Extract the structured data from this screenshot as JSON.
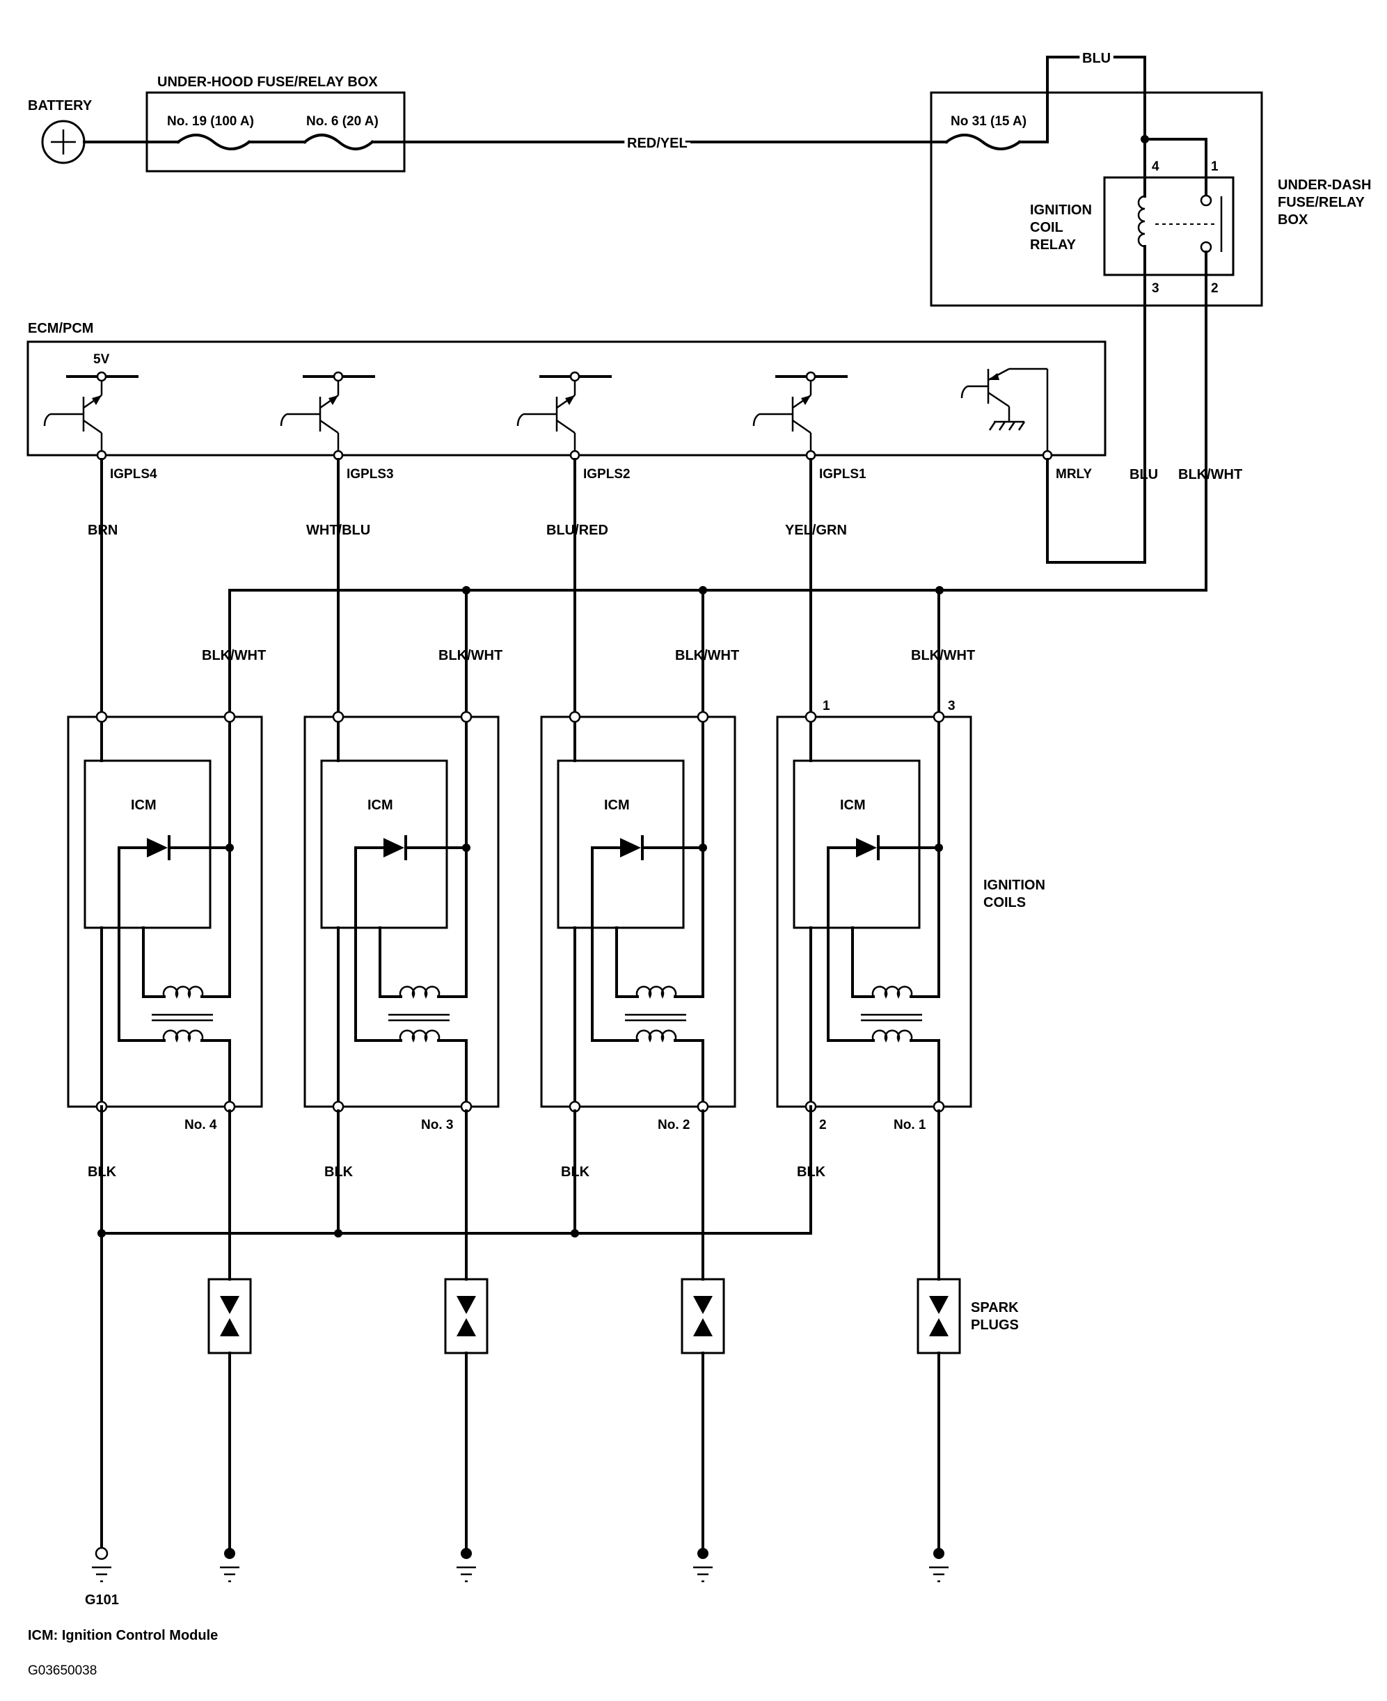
{
  "battery": {
    "label": "BATTERY"
  },
  "underhood": {
    "title": "UNDER-HOOD FUSE/RELAY BOX",
    "fuse_a": "No. 19 (100 A)",
    "fuse_b": "No. 6 (20 A)"
  },
  "main_wire": "RED/YEL",
  "top_wire": "BLU",
  "underdash": {
    "title_lines": [
      "UNDER-DASH",
      "FUSE/RELAY",
      "BOX"
    ],
    "fuse": "No  31 (15 A)",
    "relay_lines": [
      "IGNITION",
      "COIL",
      "RELAY"
    ],
    "pins": [
      "4",
      "1",
      "3",
      "2"
    ]
  },
  "ecm": {
    "title": "ECM/PCM",
    "supply": "5V",
    "outputs": [
      "IGPLS4",
      "IGPLS3",
      "IGPLS2",
      "IGPLS1",
      "MRLY"
    ]
  },
  "right_wires": [
    "BLU",
    "BLK/WHT"
  ],
  "signal_wires": [
    "BRN",
    "WHT/BLU",
    "BLU/RED",
    "YEL/GRN"
  ],
  "feed_wire": "BLK/WHT",
  "coils": {
    "module_label": "ICM",
    "group_lines": [
      "IGNITION",
      "COILS"
    ],
    "names": [
      "No. 4",
      "No. 3",
      "No. 2",
      "No. 1"
    ],
    "pins": [
      "1",
      "3",
      "2"
    ]
  },
  "ground_wire": "BLK",
  "spark_lines": [
    "SPARK",
    "PLUGS"
  ],
  "ground_label": "G101",
  "footnote": "ICM: Ignition Control Module",
  "figure_code": "G03650038"
}
